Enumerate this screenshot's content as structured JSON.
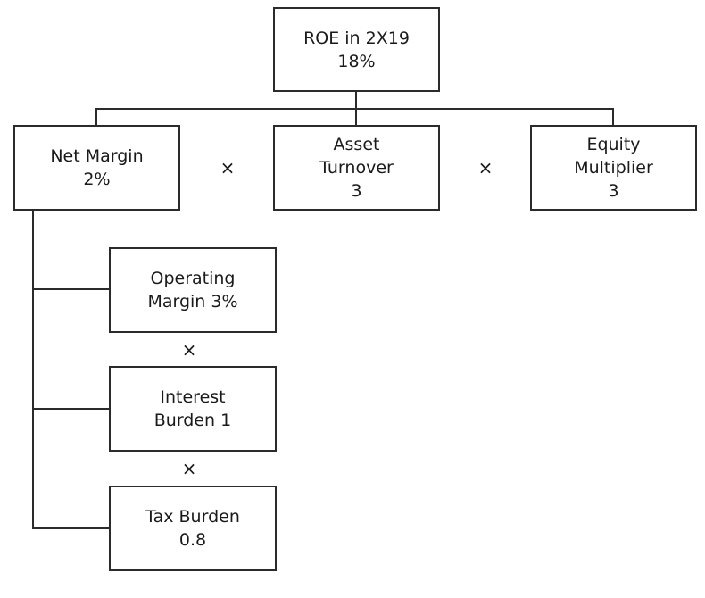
{
  "root": {
    "line1": "ROE in 2X19",
    "line2": "18%"
  },
  "level1": {
    "net_margin": {
      "line1": "Net Margin",
      "line2": "2%"
    },
    "asset_turnover": {
      "line1": "Asset",
      "line2": "Turnover",
      "line3": "3"
    },
    "equity_multiplier": {
      "line1": "Equity",
      "line2": "Multiplier",
      "line3": "3"
    }
  },
  "level2": {
    "operating_margin": {
      "line1": "Operating",
      "line2": "Margin 3%"
    },
    "interest_burden": {
      "line1": "Interest",
      "line2": "Burden 1"
    },
    "tax_burden": {
      "line1": "Tax Burden",
      "line2": "0.8"
    }
  },
  "operator": "×"
}
